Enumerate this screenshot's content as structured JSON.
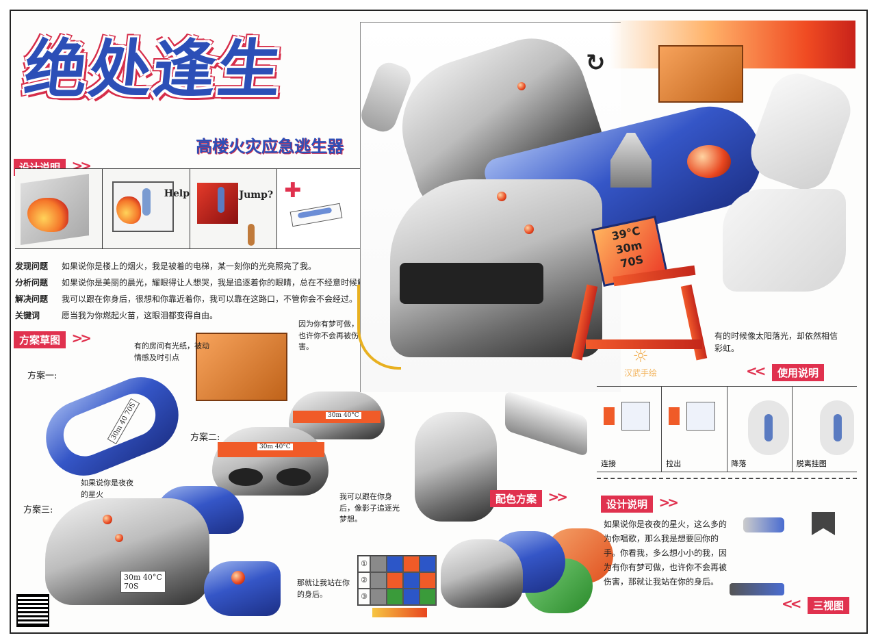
{
  "title": "绝处逢生",
  "subtitle": "高楼火灾应急逃生器",
  "sections": {
    "design_desc": "设计说明",
    "sketch": "方案草图",
    "usage": "使用说明",
    "color_scheme": "配色方案",
    "design_desc2": "设计说明",
    "three_view": "三视图"
  },
  "story_bubbles": [
    "Help?",
    "Jump?"
  ],
  "info_rows": [
    {
      "label": "发现问题",
      "text": "如果说你是楼上的烟火，我是被着的电梯，某一刻你的光亮照亮了我。"
    },
    {
      "label": "分析问题",
      "text": "如果说你是美丽的晨光，耀眼得让人想哭，我是追逐着你的眼睛，总在不经意时候触碰着你。"
    },
    {
      "label": "解决问题",
      "text": "我可以跟在你身后，很想和你靠近着你，我可以靠在这路口，不管你会不会经过。"
    },
    {
      "label": "关键词",
      "text": "愿当我为你燃起火苗，这眼泪都变得自由。"
    }
  ],
  "sketch_notes": {
    "scheme1": "方案一:",
    "scheme2": "方案二:",
    "scheme3": "方案三:",
    "note_cabinet": "有的房间有光纸，被动情感及时引点",
    "note_top": "因为你有梦可做，也许你不会再被伤害。",
    "note_hand": "如果说你是夜夜的星火",
    "note_follow": "我可以跟在你身后，像影子追逐光梦想。",
    "note_stand": "那就让我站在你的身后。"
  },
  "small_screen": {
    "line1": "30m 40°C",
    "line2": "70S"
  },
  "main_screen": {
    "temp": "39°C",
    "dist": "30m",
    "time": "70S"
  },
  "right_note": "有的时候像太阳落光，却依然相信彩虹。",
  "watermark": "汉武手绘",
  "usage_captions": [
    "连接",
    "拉出",
    "降落",
    "脱离挂图"
  ],
  "design_desc2_text": "如果说你是夜夜的星火，这么多的为你唱歌，那么我是想要回你的手。你看我，多么想小小的我，因为有你有梦可做，也许你不会再被伤害，那就让我站在你的身后。",
  "swatch_rows": [
    "①",
    "②",
    "③"
  ],
  "colors": {
    "brand_blue": "#2c4fb7",
    "accent_red": "#e0314e",
    "orange": "#f05b28",
    "grey": "#9a9a9a"
  },
  "swatches": [
    [
      "#8a8a8a",
      "#2c56c8",
      "#f05b28",
      "#2c56c8"
    ],
    [
      "#8a8a8a",
      "#f05b28",
      "#2c56c8",
      "#f05b28"
    ],
    [
      "#8a8a8a",
      "#3a9b3a",
      "#2c56c8",
      "#3a9b3a"
    ]
  ]
}
